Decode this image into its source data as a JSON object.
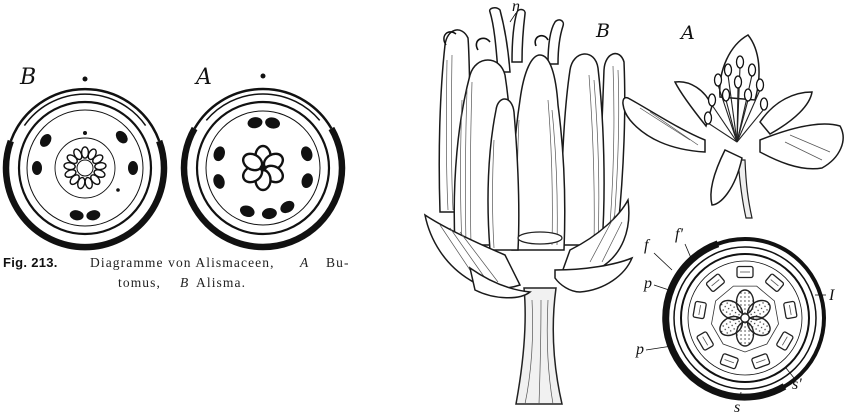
{
  "figure": {
    "left_diagram": {
      "label": "B"
    },
    "right_diagram": {
      "label": "A"
    },
    "caption": {
      "number": "Fig. 213.",
      "line1_text": "Diagramme von Alismaceen,",
      "line1_italic": "A",
      "line1_end": "Bu-",
      "line2_start": "tomus,",
      "line2_italic": "B",
      "line2_end": "Alisma."
    },
    "flower_b": {
      "label": "B",
      "part_label": "n"
    },
    "flower_a": {
      "label": "A"
    },
    "cross_section": {
      "labels": [
        "f",
        "f'",
        "p",
        "p",
        "I",
        "s'",
        "s"
      ]
    }
  }
}
